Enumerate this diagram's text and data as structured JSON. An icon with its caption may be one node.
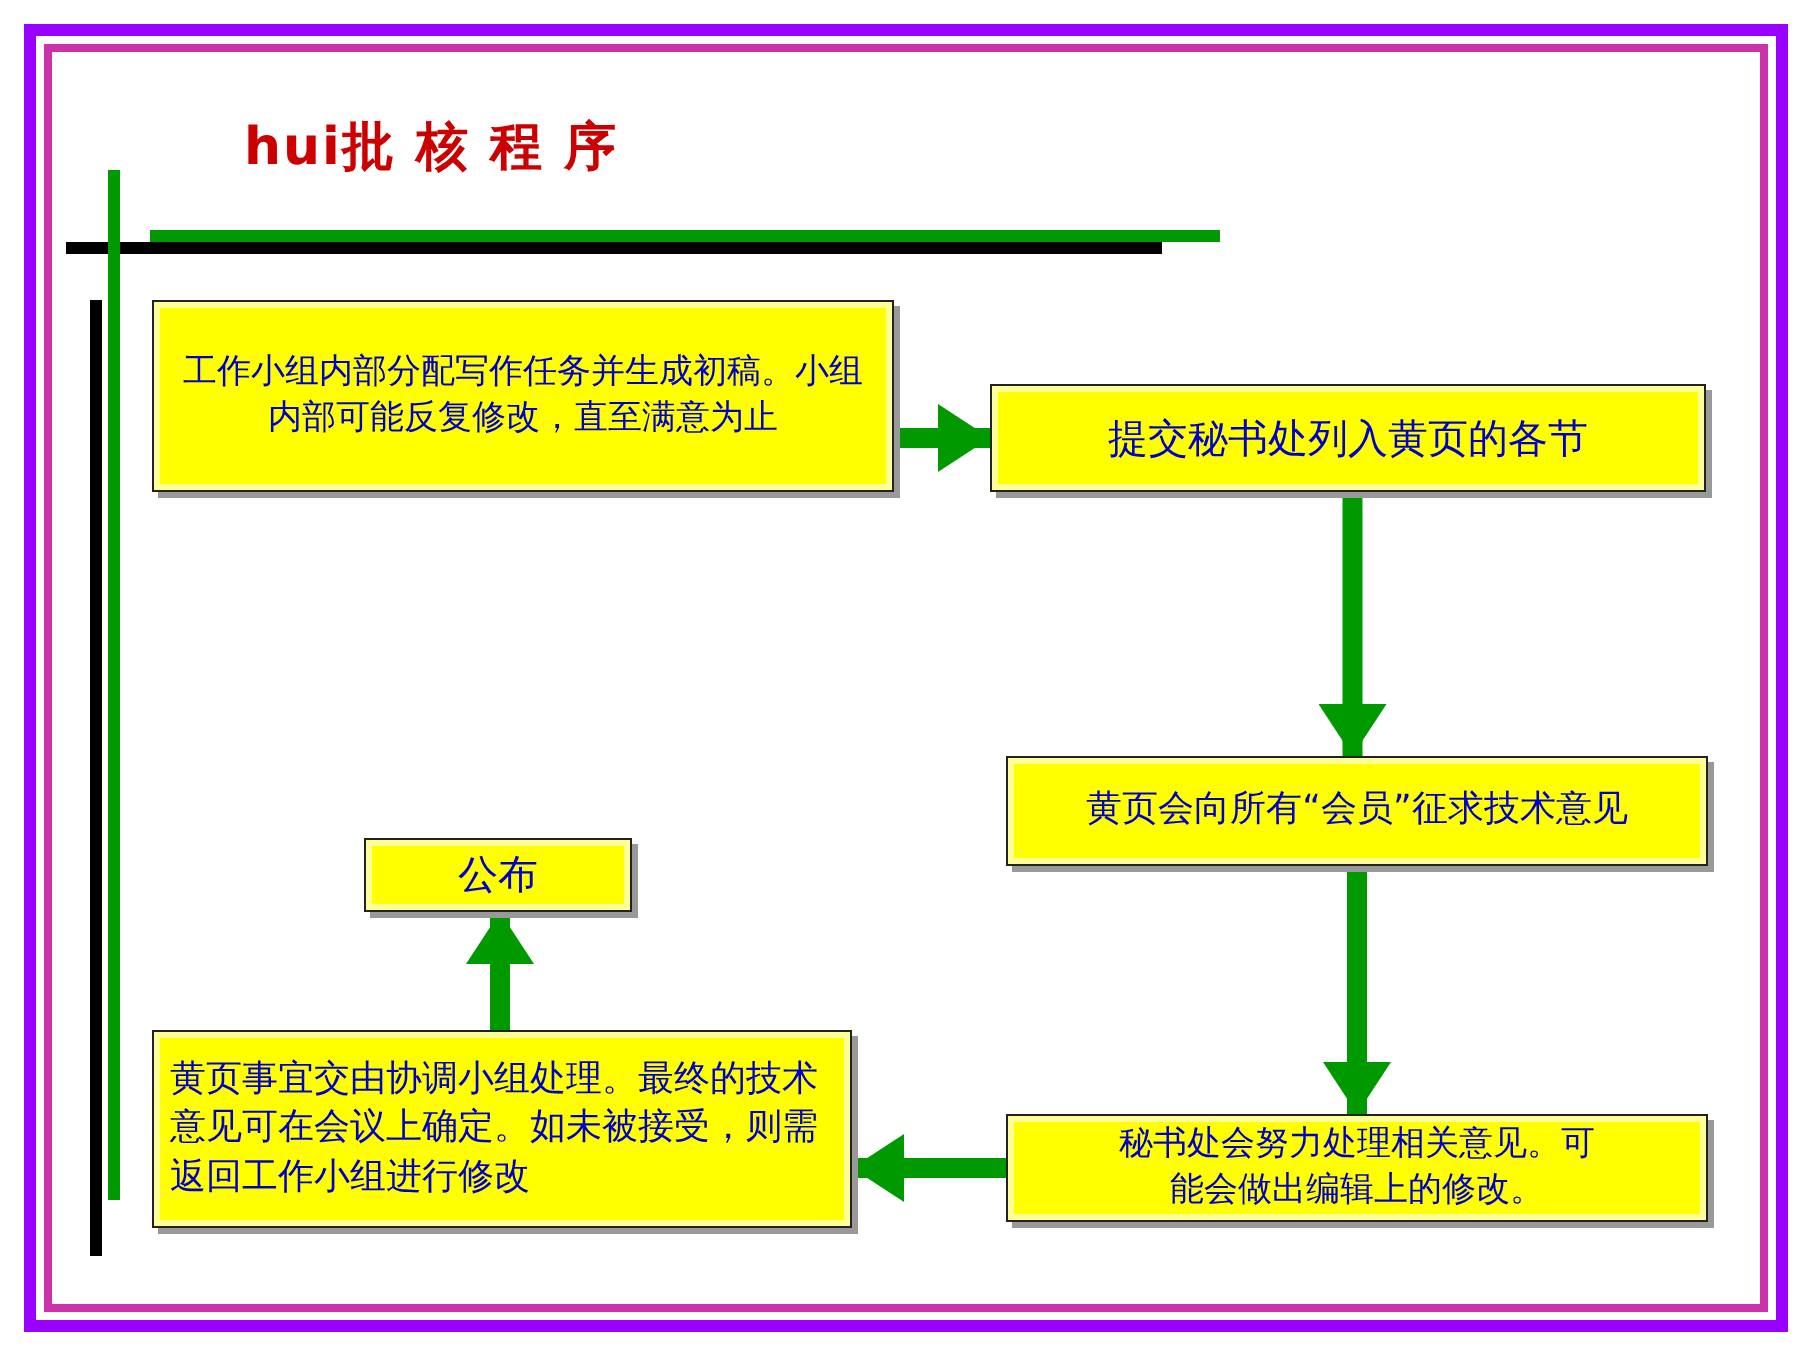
{
  "diagram": {
    "title": "hui批 核 程 序",
    "nodes": [
      {
        "text": [
          "工作小组内部分配写作任务并生成初稿。小组内部可能反复修改，直至满意为止"
        ]
      },
      {
        "text": [
          "提交秘书处列入黄页的各节"
        ]
      },
      {
        "text": [
          "黄页会向所有“会员”征求技术意见"
        ]
      },
      {
        "text": [
          "秘书处会努力处理相关意见。可能会做出编辑上的修改。"
        ]
      },
      {
        "text": [
          "黄页事宜交由协调小组处理。最终的技术意见可在会议上确定。如未被接受，则需返回工作小组进行修改"
        ]
      },
      {
        "text": [
          "公布"
        ]
      }
    ],
    "edges": [
      {
        "from": 0,
        "to": 1,
        "arrow": "to"
      },
      {
        "from": 1,
        "to": 2,
        "arrow": "to"
      },
      {
        "from": 2,
        "to": 3,
        "arrow": "to"
      },
      {
        "from": 3,
        "to": 4,
        "arrow": "to"
      },
      {
        "from": 4,
        "to": 5,
        "arrow": "to"
      }
    ]
  }
}
